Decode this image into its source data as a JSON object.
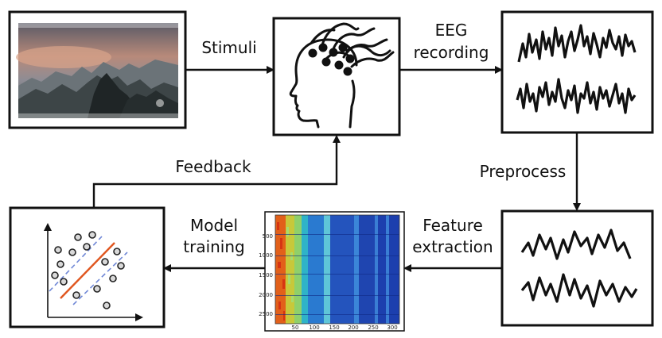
{
  "labels": {
    "stimuli": "Stimuli",
    "eeg_line1": "EEG",
    "eeg_line2": "recording",
    "preprocess": "Preprocess",
    "feature_line1": "Feature",
    "feature_line2": "extraction",
    "model_line1": "Model",
    "model_line2": "training",
    "feedback": "Feedback"
  },
  "heatmap": {
    "y_ticks": [
      "500",
      "1000",
      "1500",
      "2000",
      "2500"
    ],
    "x_ticks": [
      "50",
      "100",
      "150",
      "200",
      "250",
      "300"
    ]
  },
  "colors": {
    "line": "#111111",
    "decision_boundary": "#e0561f",
    "margin_lines": "#6f87d6",
    "heat_low": "#1c3fae",
    "heat_high": "#e23a14"
  }
}
